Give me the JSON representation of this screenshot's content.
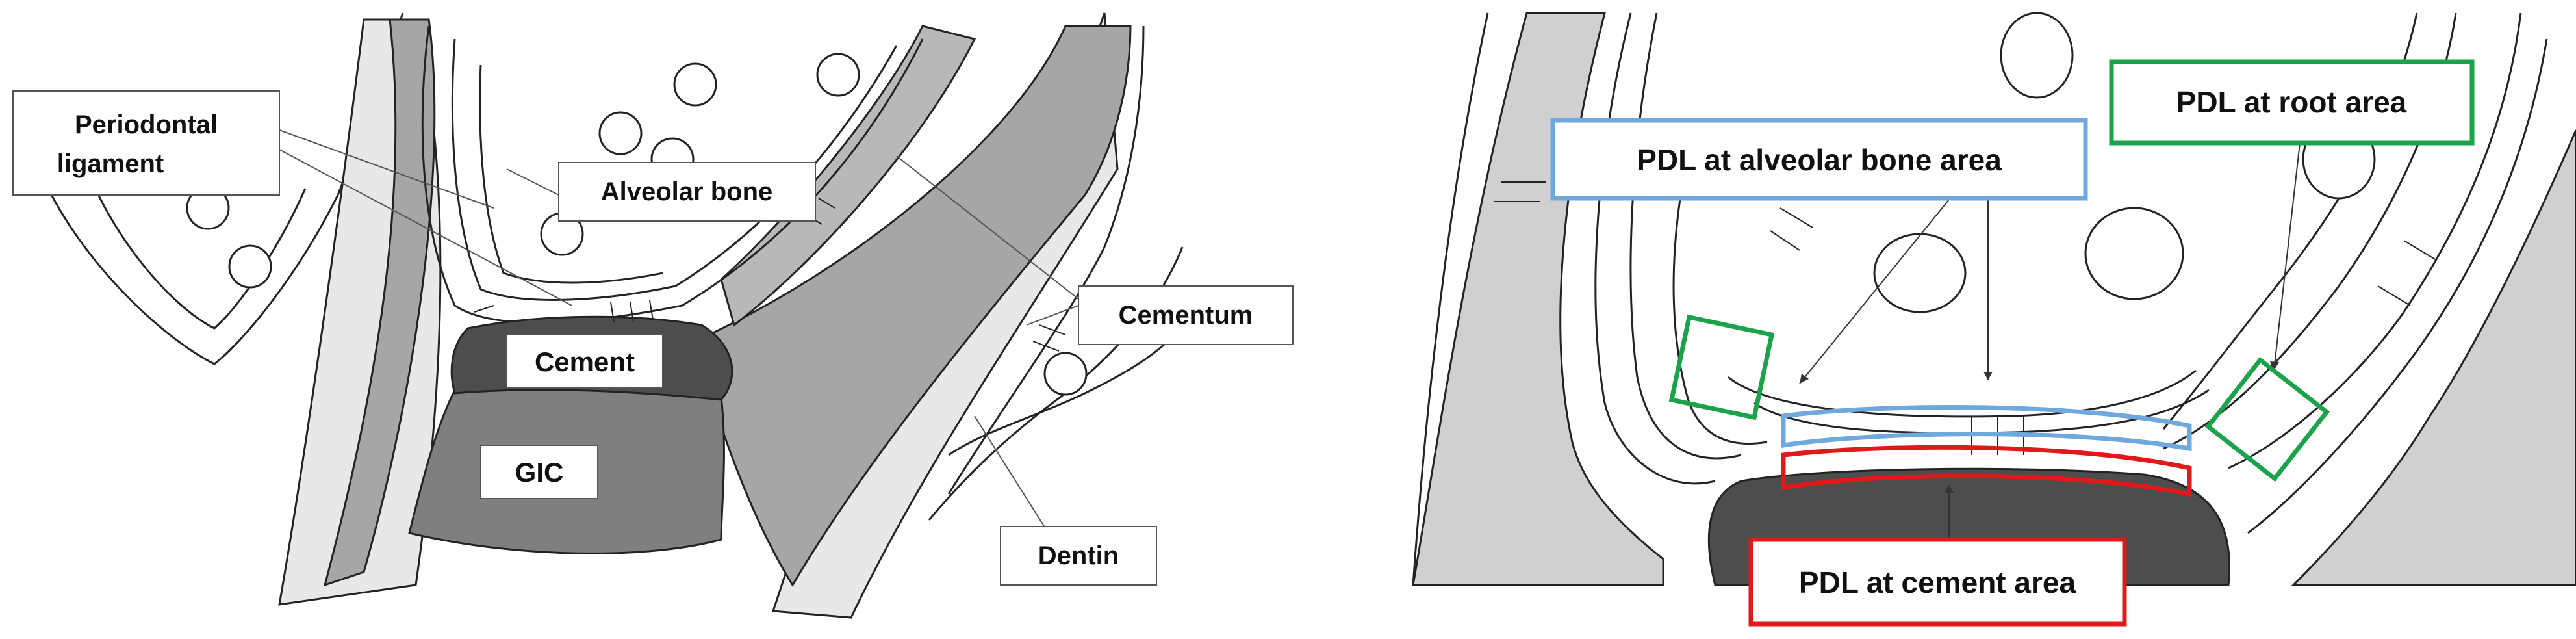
{
  "left_panel": {
    "labels": {
      "periodontal_line1": "Periodontal",
      "periodontal_line2": "ligament",
      "alveolar_bone": "Alveolar bone",
      "cementum": "Cementum",
      "cement": "Cement",
      "gic": "GIC",
      "dentin": "Dentin"
    }
  },
  "right_panel": {
    "labels": {
      "pdl_alveolar": "PDL at alveolar bone area",
      "pdl_root": "PDL at root area",
      "pdl_cement": "PDL at cement area"
    }
  },
  "colors": {
    "blue_box": "#6fa8dc",
    "green_box": "#1aa34a",
    "red_box": "#e01a1a",
    "dentin_gray": "#a6a6a6",
    "cement_dark": "#4d4d4d",
    "gic_gray": "#7f7f7f",
    "light_gray": "#d0d0d0"
  }
}
